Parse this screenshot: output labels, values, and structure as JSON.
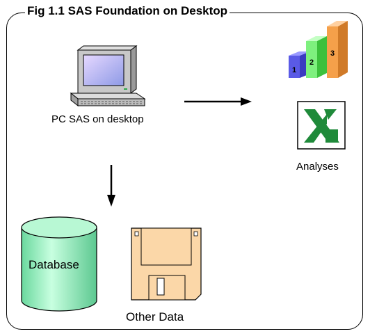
{
  "title": "Fig 1.1 SAS Foundation on Desktop",
  "nodes": {
    "pc": {
      "label": "PC SAS on desktop",
      "icon": "desktop-computer-icon"
    },
    "analyses": {
      "label": "Analyses",
      "icons": [
        "bar-chart-3d-icon",
        "excel-icon"
      ],
      "bars": [
        "1",
        "2",
        "3"
      ]
    },
    "database": {
      "label": "Database",
      "icon": "database-cylinder-icon"
    },
    "other": {
      "label": "Other Data",
      "icon": "floppy-disk-icon"
    }
  },
  "colors": {
    "bar1": "#5a5ae6",
    "bar2": "#7ef07e",
    "bar3": "#f5a04a",
    "database": "#a8f0c8",
    "floppy": "#fbd7a8",
    "excel": "#1f8a3a"
  }
}
